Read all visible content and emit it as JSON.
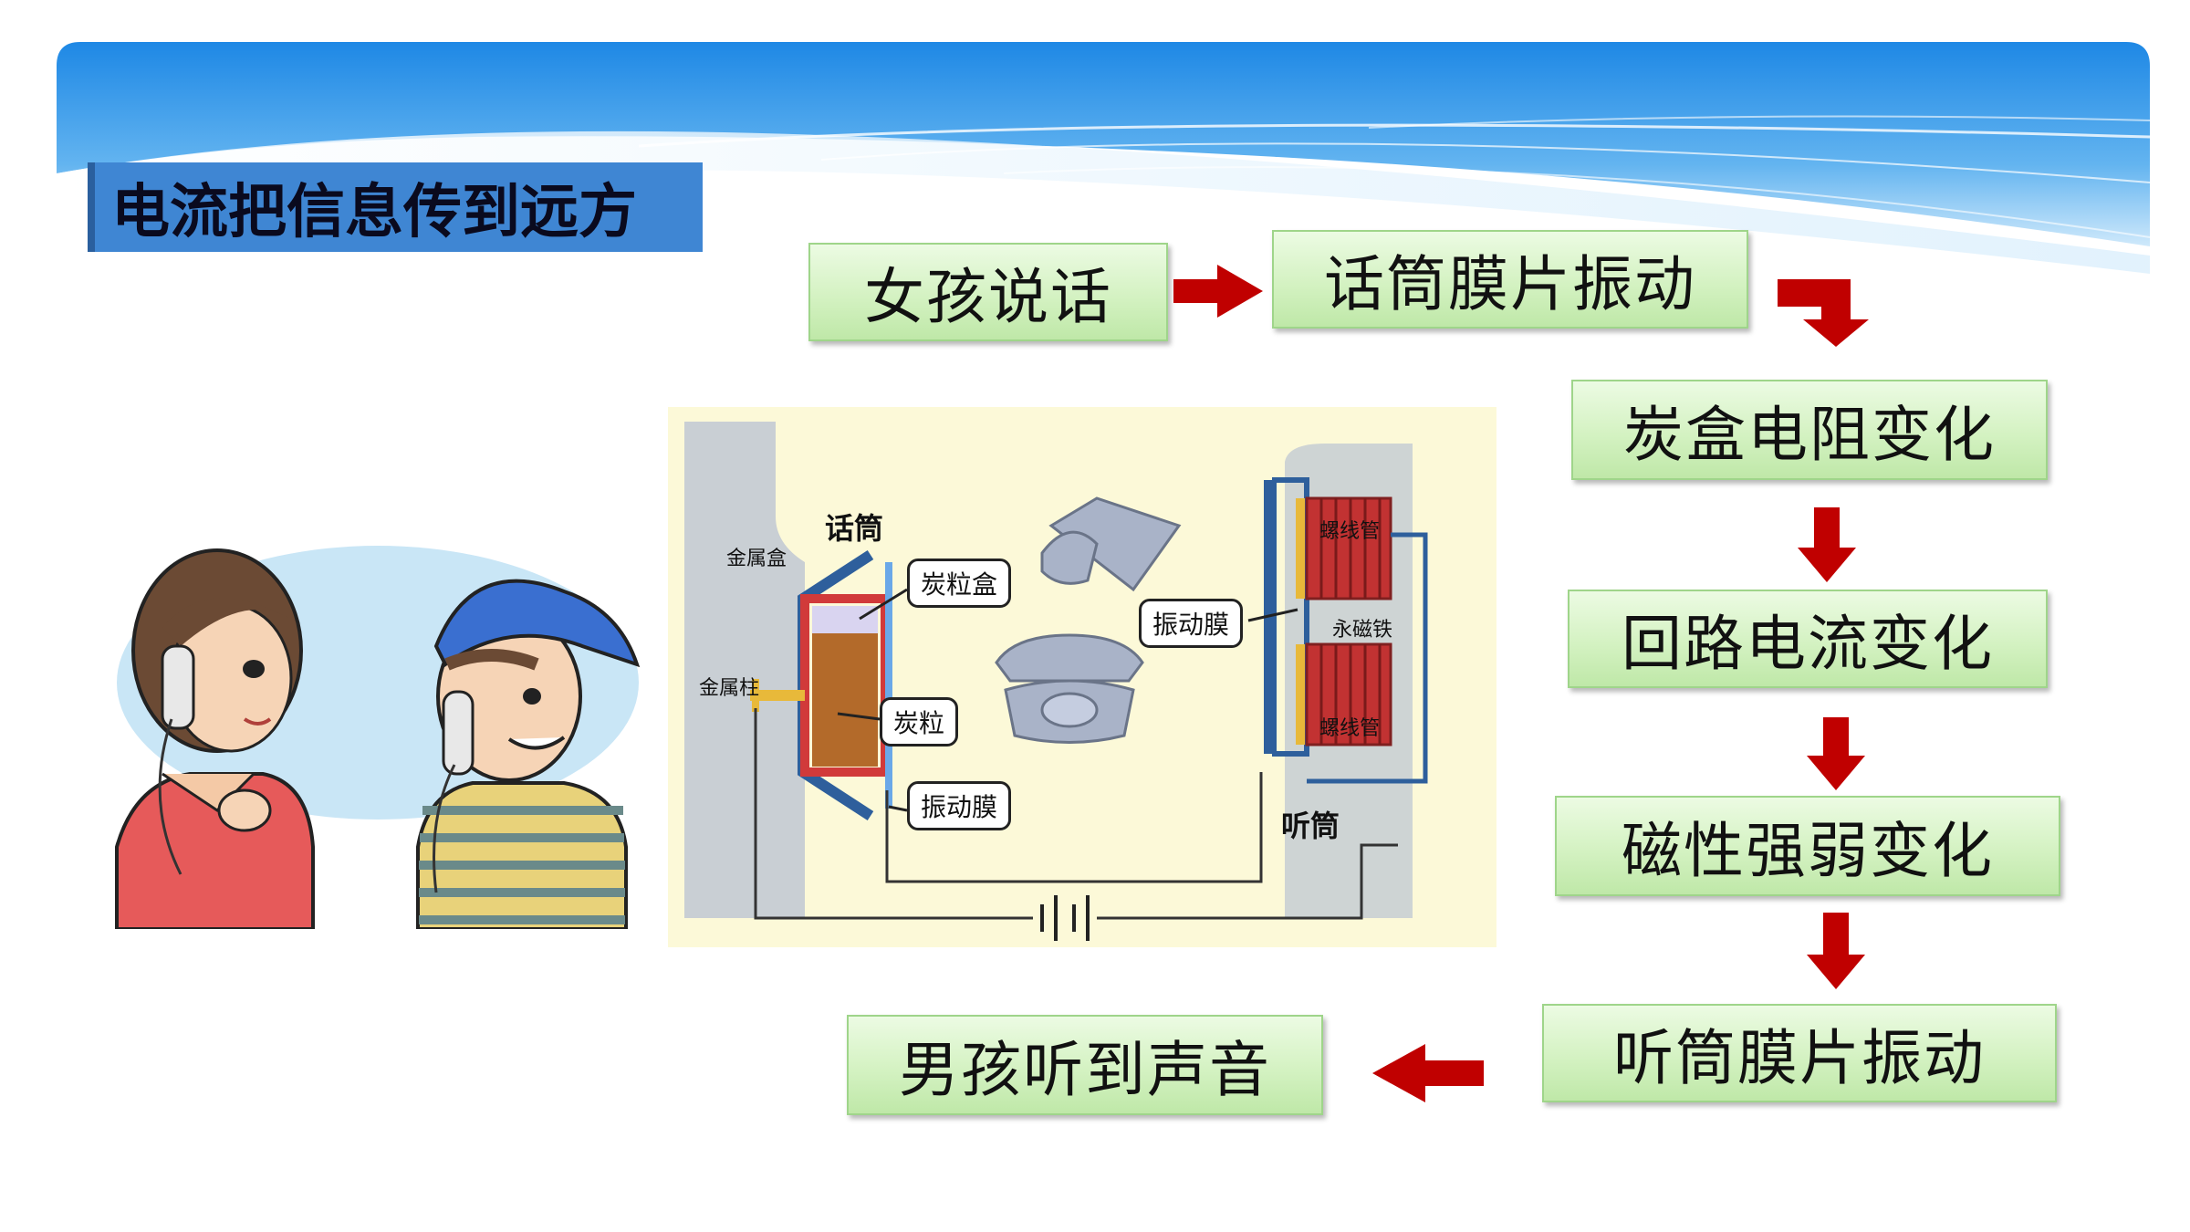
{
  "slide": {
    "title": "电流把信息传到远方"
  },
  "flow": {
    "steps": [
      "女孩说话",
      "话筒膜片振动",
      "炭盒电阻变化",
      "回路电流变化",
      "磁性强弱变化",
      "听筒膜片振动",
      "男孩听到声音"
    ],
    "arrow_color": "#c00000",
    "box_border_color": "#9fd58a"
  },
  "diagram": {
    "labels": {
      "microphone": "话筒",
      "earpiece": "听筒",
      "metal_box": "金属盒",
      "metal_post": "金属柱",
      "carbon_box": "炭粒盒",
      "carbon_grains": "炭粒",
      "diaphragm_mic": "振动膜",
      "diaphragm_ear": "振动膜",
      "solenoid_top": "螺线管",
      "solenoid_bottom": "螺线管",
      "magnet": "永磁铁"
    }
  },
  "theme": {
    "banner_blue": "#2b8fe0",
    "title_bg": "#3f86d3"
  }
}
